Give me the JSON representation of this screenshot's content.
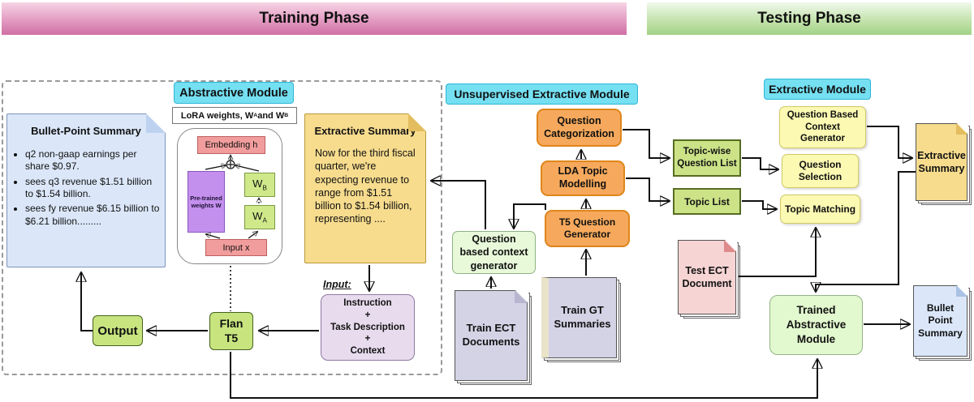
{
  "banners": {
    "training": "Training Phase",
    "testing": "Testing Phase"
  },
  "colors": {
    "banner_pink": "#d783ad",
    "banner_green": "#a6d68b",
    "cyan_label": "#74e0f2",
    "orange_box": "#f6a95c",
    "yellow_box": "#fbf9b2",
    "green_box": "#c7e47f",
    "pale_green_box": "#e8f9da",
    "purple_box": "#e8dbee",
    "lavender_doc": "#d4d2e5",
    "pink_doc": "#f7d4d4",
    "tan_note": "#f7dc8e",
    "blue_note": "#dbe7f9"
  },
  "training": {
    "abstractive_module_label": "Abstractive Module",
    "lora_label": {
      "p1": "LoRA weights, W",
      "s1": "A",
      "p2": " and W",
      "s2": "B"
    },
    "lora": {
      "embedding": "Embedding h",
      "pretrained": "Pre-trained weights W",
      "wb_base": "W",
      "wb_sub": "B",
      "wa_base": "W",
      "wa_sub": "A",
      "input": "Input x"
    },
    "bullet_note": {
      "title": "Bullet-Point Summary",
      "items": [
        "q2 non-gaap earnings per share $0.97.",
        "sees q3 revenue $1.51 billion to $1.54 billion.",
        "sees fy revenue $6.15 billion to $6.21 billion........."
      ]
    },
    "extractive_note": {
      "title": "Extractive Summary",
      "body": "Now for the third fiscal quarter, we're expecting revenue to range from $1.51 billion to $1.54 billion, representing ...."
    },
    "input_label": "Input:",
    "instruction_box": {
      "lines": [
        "Instruction",
        "+",
        "Task Description",
        "+",
        "Context"
      ]
    },
    "flan": [
      "Flan",
      "T5"
    ],
    "output": "Output"
  },
  "unsupervised": {
    "label": "Unsupervised Extractive Module",
    "question_categorization": [
      "Question",
      "Categorization"
    ],
    "lda_topic_modelling": [
      "LDA Topic",
      "Modelling"
    ],
    "t5_question_generator": [
      "T5 Question",
      "Generator"
    ],
    "question_based_context_generator": [
      "Question",
      "based context",
      "generator"
    ],
    "train_ect_documents": [
      "Train ECT",
      "Documents"
    ],
    "train_gt_summaries": [
      "Train GT",
      "Summaries"
    ]
  },
  "testing": {
    "label": "Extractive Module",
    "topic_wise_question_list": [
      "Topic-wise",
      "Question List"
    ],
    "topic_list": "Topic List",
    "question_based_context_generator": [
      "Question Based",
      "Context",
      "Generator"
    ],
    "question_selection": [
      "Question",
      "Selection"
    ],
    "topic_matching": "Topic Matching",
    "extractive_summary": [
      "Extractive",
      "Summary"
    ],
    "test_ect_document": [
      "Test ECT",
      "Document"
    ],
    "trained_abstractive_module": [
      "Trained",
      "Abstractive",
      "Module"
    ],
    "bullet_point_summary": [
      "Bullet Point",
      "Summary"
    ]
  }
}
